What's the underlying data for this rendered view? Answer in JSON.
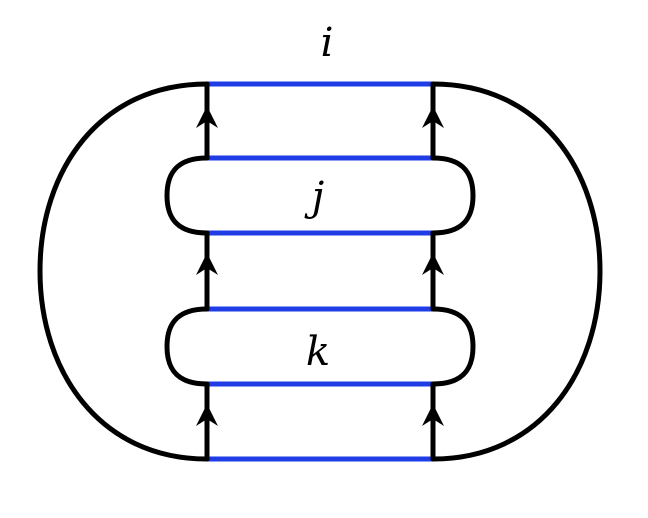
{
  "labels": {
    "top": "i",
    "middle": "j",
    "bottom": "k"
  },
  "colors": {
    "strand": "#000000",
    "rung": "#1f3ce6",
    "background": "#ffffff"
  },
  "arrows": {
    "direction": "up",
    "count_per_strand": 3
  }
}
